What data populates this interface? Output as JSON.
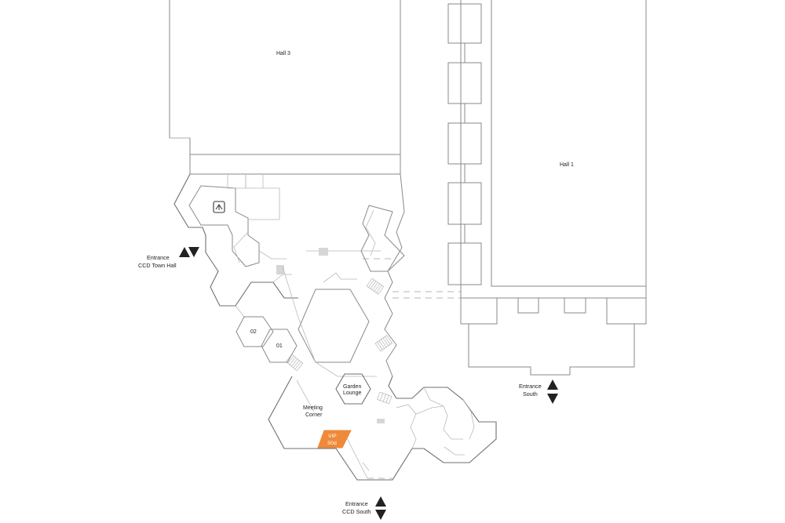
{
  "map": {
    "halls": {
      "hall3": "Hall 3",
      "hall1": "Hall 1"
    },
    "rooms": {
      "room_02": "02",
      "room_01": "01",
      "garden_line1": "Garden",
      "garden_line2": "Lounge",
      "meeting_line1": "Meeting",
      "meeting_line2": "Corner",
      "vip_line1": "VIP",
      "vip_line2": "S0d"
    },
    "entrances": {
      "town_hall_line1": "Entrance",
      "town_hall_line2": "CCD Town Hall",
      "south_line1": "Entrance",
      "south_line2": "South",
      "ccd_south_line1": "Entrance",
      "ccd_south_line2": "CCD South"
    },
    "colors": {
      "vip_highlight": "#EE8A3A",
      "walls": "#8a8a8a",
      "labels": "#222222"
    },
    "icons": {
      "elevator": "elevator-icon",
      "entrance_marker": "up-down-arrow-icon"
    }
  }
}
